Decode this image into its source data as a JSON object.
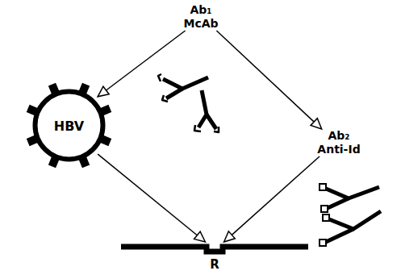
{
  "diagram": {
    "nodes": [
      {
        "text": [
          "Ab₁",
          "McAb"
        ]
      },
      {
        "text": [
          "HBV"
        ]
      },
      {
        "text": [
          "Ab₂",
          "Anti-Id"
        ]
      },
      {
        "text": [
          "R"
        ]
      }
    ],
    "edges": [
      {
        "from": 0,
        "to": 1,
        "arrow": "to"
      },
      {
        "from": 0,
        "to": 2,
        "arrow": "to"
      },
      {
        "from": 1,
        "to": 3,
        "arrow": "to"
      },
      {
        "from": 2,
        "to": 3,
        "arrow": "to"
      }
    ]
  }
}
